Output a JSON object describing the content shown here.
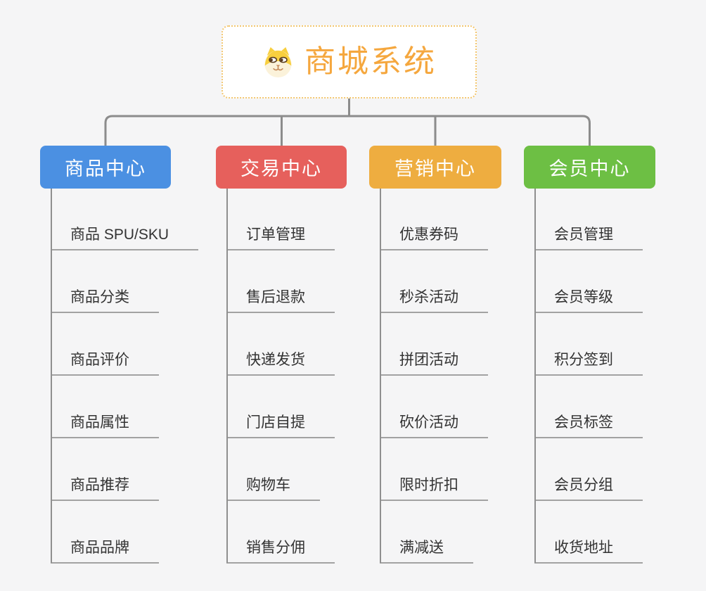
{
  "root": {
    "title": "商城系统",
    "icon": "dog-face-icon",
    "title_color": "#f5a73e",
    "border_color": "#f3c770"
  },
  "colors": {
    "background": "#f5f5f6",
    "connector": "#8c8c8c",
    "leaf_line": "#a2a2a2",
    "leaf_text": "#333333"
  },
  "groups": [
    {
      "label": "商品中心",
      "color": "#4b90e2",
      "items": [
        "商品 SPU/SKU",
        "商品分类",
        "商品评价",
        "商品属性",
        "商品推荐",
        "商品品牌"
      ]
    },
    {
      "label": "交易中心",
      "color": "#e6605c",
      "items": [
        "订单管理",
        "售后退款",
        "快递发货",
        "门店自提",
        "购物车",
        "销售分佣"
      ]
    },
    {
      "label": "营销中心",
      "color": "#eead40",
      "items": [
        "优惠券码",
        "秒杀活动",
        "拼团活动",
        "砍价活动",
        "限时折扣",
        "满减送"
      ]
    },
    {
      "label": "会员中心",
      "color": "#6dbf44",
      "items": [
        "会员管理",
        "会员等级",
        "积分签到",
        "会员标签",
        "会员分组",
        "收货地址"
      ]
    }
  ]
}
